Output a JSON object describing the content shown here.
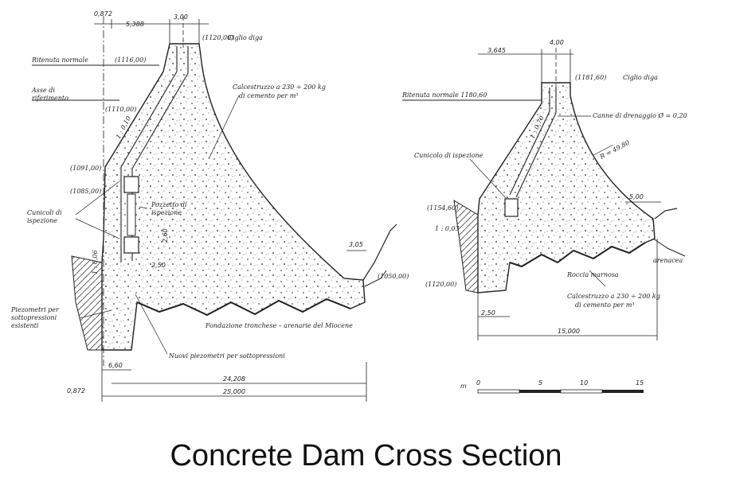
{
  "caption": "Concrete Dam Cross Section",
  "left_section": {
    "dims_top": [
      "0,872",
      "5,388",
      "3,00"
    ],
    "elev_crest": "(1120,00)",
    "crest_label": "Ciglio diga",
    "normal_level_label": "Ritenuta normale",
    "normal_level_elev": "(1116,00)",
    "axis_label": [
      "Asse di",
      "riferimento"
    ],
    "elev_mid": "(1110,00)",
    "slope_label": "1 : 0,10",
    "material_label": [
      "Calcestruzzo a 230 ÷ 200 kg",
      "di cemento per m³"
    ],
    "elev_a": "(1091,00)",
    "elev_b": "(1085,00)",
    "tunnels_label": [
      "Cunicoli di",
      "ispezione"
    ],
    "shaft_label": [
      "Pozzetto di",
      "ispezione"
    ],
    "dim_inner_a": "2,60",
    "dim_inner_b": "2,50",
    "dim_right": "3,05",
    "elev_right": "(1050,00)",
    "slope_left": "1 : 0,06",
    "wells_label": [
      "Piezometri per",
      "sottopressioni",
      "esistenti"
    ],
    "foundation_label": "Fondazione tronchese – arenarie del Miocene",
    "piezo_label": "Nuovi piezometri per sottopressioni",
    "dim_base_a": "6,60",
    "dim_base_b": "0,872",
    "dim_base_c": "24,208",
    "dim_base_d": "25,000"
  },
  "right_section": {
    "dims_top": [
      "3,645",
      "4,00"
    ],
    "elev_crest": "(1181,60)",
    "crest_label": "Ciglio diga",
    "normal_level_label": "Ritenuta normale 1180,60",
    "slope_label": "1 : 0,70",
    "drain_label": "Canne di drenaggio Ø = 0,20",
    "tunnel_label": "Cunicolo di ispezione",
    "radius_label": "R = 49,80",
    "elev_left": "(1154,60)",
    "dim_right": "5,00",
    "slope_left": "1 : 0,03",
    "rock_label": "Roccia marnosa",
    "rock_label_b": "arenacea",
    "elev_base": "(1120,00)",
    "material_label": [
      "Calcestruzzo a 230 ÷ 200 kg",
      "di cemento per m³"
    ],
    "dim_base_a": "2,50",
    "dim_base_b": "15,000"
  },
  "scale_bar": {
    "unit": "m",
    "ticks": [
      "0",
      "5",
      "10",
      "15"
    ]
  }
}
